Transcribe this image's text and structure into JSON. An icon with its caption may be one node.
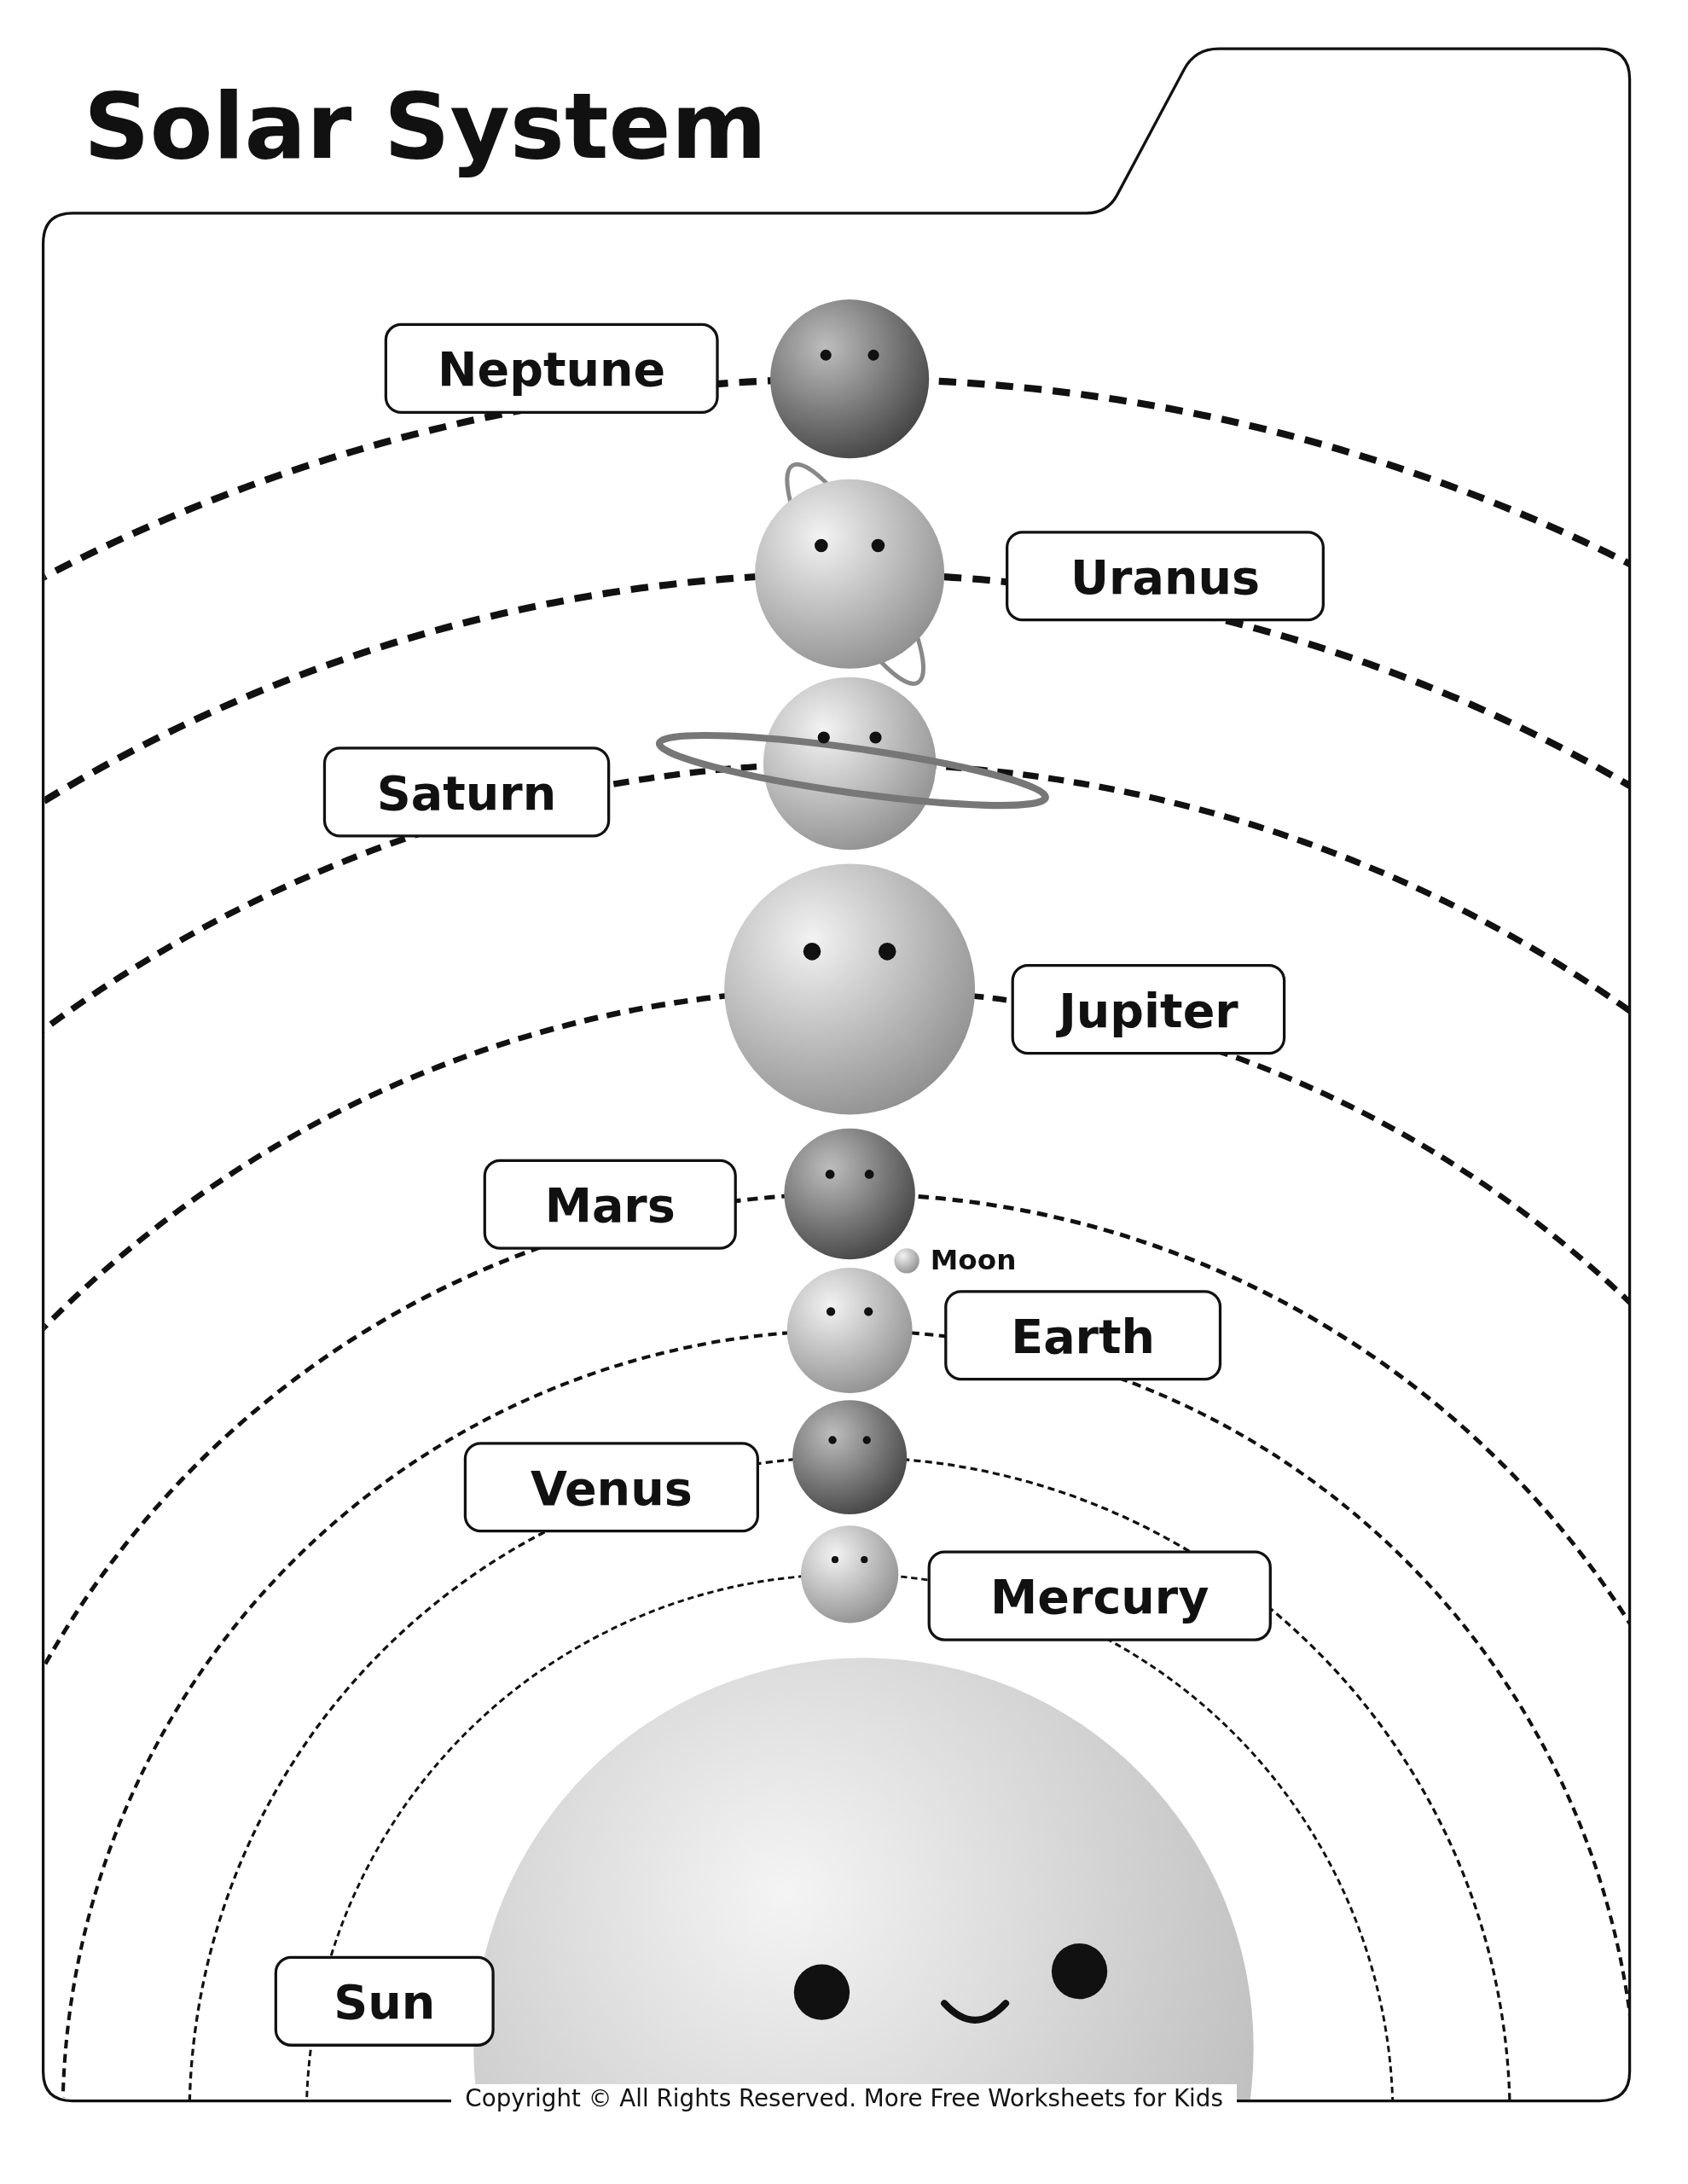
{
  "diagram": {
    "title": "Solar System",
    "nodes": [
      {
        "text": [
          "Neptune"
        ]
      },
      {
        "text": [
          "Uranus"
        ]
      },
      {
        "text": [
          "Saturn"
        ]
      },
      {
        "text": [
          "Jupiter"
        ]
      },
      {
        "text": [
          "Mars"
        ]
      },
      {
        "text": [
          "Earth"
        ]
      },
      {
        "text": [
          "Venus"
        ]
      },
      {
        "text": [
          "Mercury"
        ]
      },
      {
        "text": [
          "Sun"
        ]
      }
    ],
    "labels": [
      "Moon",
      "Copyright © All Rights Reserved. More Free Worksheets for Kids"
    ]
  }
}
